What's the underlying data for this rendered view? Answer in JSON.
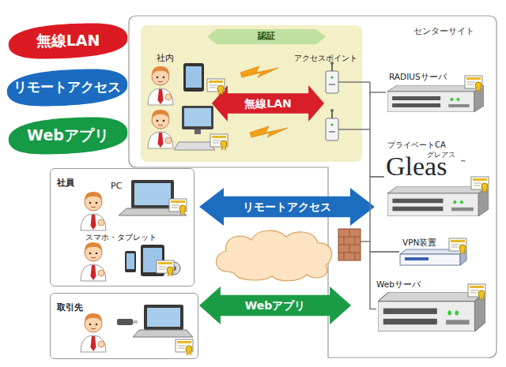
{
  "diagram": {
    "nodes": [
      {
        "text": [
          "無線LAN"
        ]
      },
      {
        "text": [
          "リモートアクセス"
        ]
      },
      {
        "text": [
          "Webアプリ"
        ]
      },
      {
        "text": [
          "センターサイト"
        ]
      },
      {
        "text": [
          "社内"
        ],
        "in": 3
      },
      {
        "text": [
          "認証"
        ],
        "in": 4
      },
      {
        "text": [
          "無線LAN"
        ],
        "in": 4
      },
      {
        "text": [
          "RADIUSサーバ"
        ],
        "in": 3
      },
      {
        "text": [
          "プライベートCA",
          "グレアス",
          "Gleas",
          "™"
        ],
        "in": 3
      },
      {
        "text": [
          "VPN装置"
        ],
        "in": 3
      },
      {
        "text": [
          "Webサーバ"
        ],
        "in": 3
      },
      {
        "text": [
          "社員"
        ]
      },
      {
        "text": [
          "取引先"
        ]
      },
      {
        "text": [
          "リモートアクセス"
        ]
      },
      {
        "text": [
          "Webアプリ"
        ]
      }
    ],
    "edges": [
      {
        "from": 7,
        "to": 8,
        "arrow": "none"
      },
      {
        "from": 8,
        "to": 9,
        "arrow": "none"
      },
      {
        "from": 9,
        "to": 10,
        "arrow": "none"
      }
    ],
    "labels": [
      "アクセスポイント",
      "PC",
      "スマホ・タブレット"
    ]
  }
}
